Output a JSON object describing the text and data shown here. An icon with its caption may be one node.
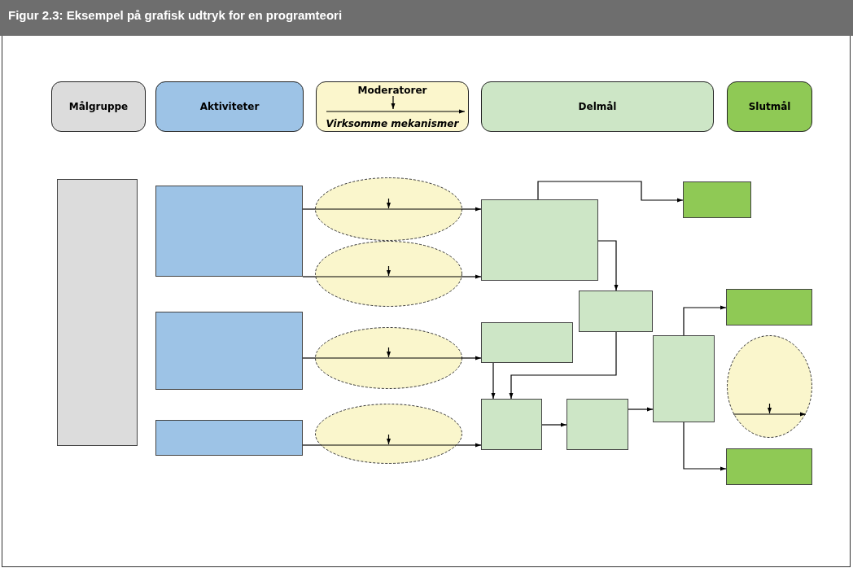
{
  "diagram": {
    "title": "Figur 2.3: Eksempel på grafisk udtryk for en programteori",
    "nodes": [
      {
        "text": [
          "Målgruppe"
        ]
      },
      {
        "text": [
          "Aktiviteter"
        ]
      },
      {
        "text": [
          "Moderatorer",
          "Virksomme mekanismer"
        ]
      },
      {
        "text": [
          "Delmål"
        ]
      },
      {
        "text": [
          "Slutmål"
        ]
      },
      {
        "text": [],
        "shape": "box"
      },
      {
        "text": [],
        "shape": "box"
      },
      {
        "text": [],
        "shape": "box"
      },
      {
        "text": [],
        "shape": "box"
      },
      {
        "text": [],
        "shape": "ellipse"
      },
      {
        "text": [],
        "shape": "ellipse"
      },
      {
        "text": [],
        "shape": "ellipse"
      },
      {
        "text": [],
        "shape": "ellipse"
      },
      {
        "text": [],
        "shape": "box"
      },
      {
        "text": [],
        "shape": "box"
      },
      {
        "text": [],
        "shape": "box"
      },
      {
        "text": [],
        "shape": "box"
      },
      {
        "text": [],
        "shape": "box"
      },
      {
        "text": [],
        "shape": "box"
      },
      {
        "text": [],
        "shape": "box"
      },
      {
        "text": [],
        "shape": "box"
      },
      {
        "text": [],
        "shape": "box"
      },
      {
        "text": [],
        "shape": "ellipse"
      }
    ],
    "edges": [
      {
        "from": 6,
        "to": 9,
        "arrow": "none"
      },
      {
        "from": 9,
        "to": 13,
        "arrow": "to"
      },
      {
        "from": 6,
        "to": 10,
        "arrow": "none"
      },
      {
        "from": 10,
        "to": 13,
        "arrow": "to"
      },
      {
        "from": 7,
        "to": 11,
        "arrow": "none"
      },
      {
        "from": 11,
        "to": 15,
        "arrow": "to"
      },
      {
        "from": 8,
        "to": 12,
        "arrow": "none"
      },
      {
        "from": 12,
        "to": 16,
        "arrow": "to"
      },
      {
        "from": 13,
        "to": 19,
        "arrow": "to"
      },
      {
        "from": 13,
        "to": 14,
        "arrow": "to"
      },
      {
        "from": 14,
        "to": 16,
        "arrow": "to"
      },
      {
        "from": 15,
        "to": 16,
        "arrow": "to"
      },
      {
        "from": 16,
        "to": 17,
        "arrow": "to"
      },
      {
        "from": 17,
        "to": 18,
        "arrow": "to"
      },
      {
        "from": 18,
        "to": 20,
        "arrow": "to"
      },
      {
        "from": 18,
        "to": 21,
        "arrow": "to"
      }
    ]
  }
}
